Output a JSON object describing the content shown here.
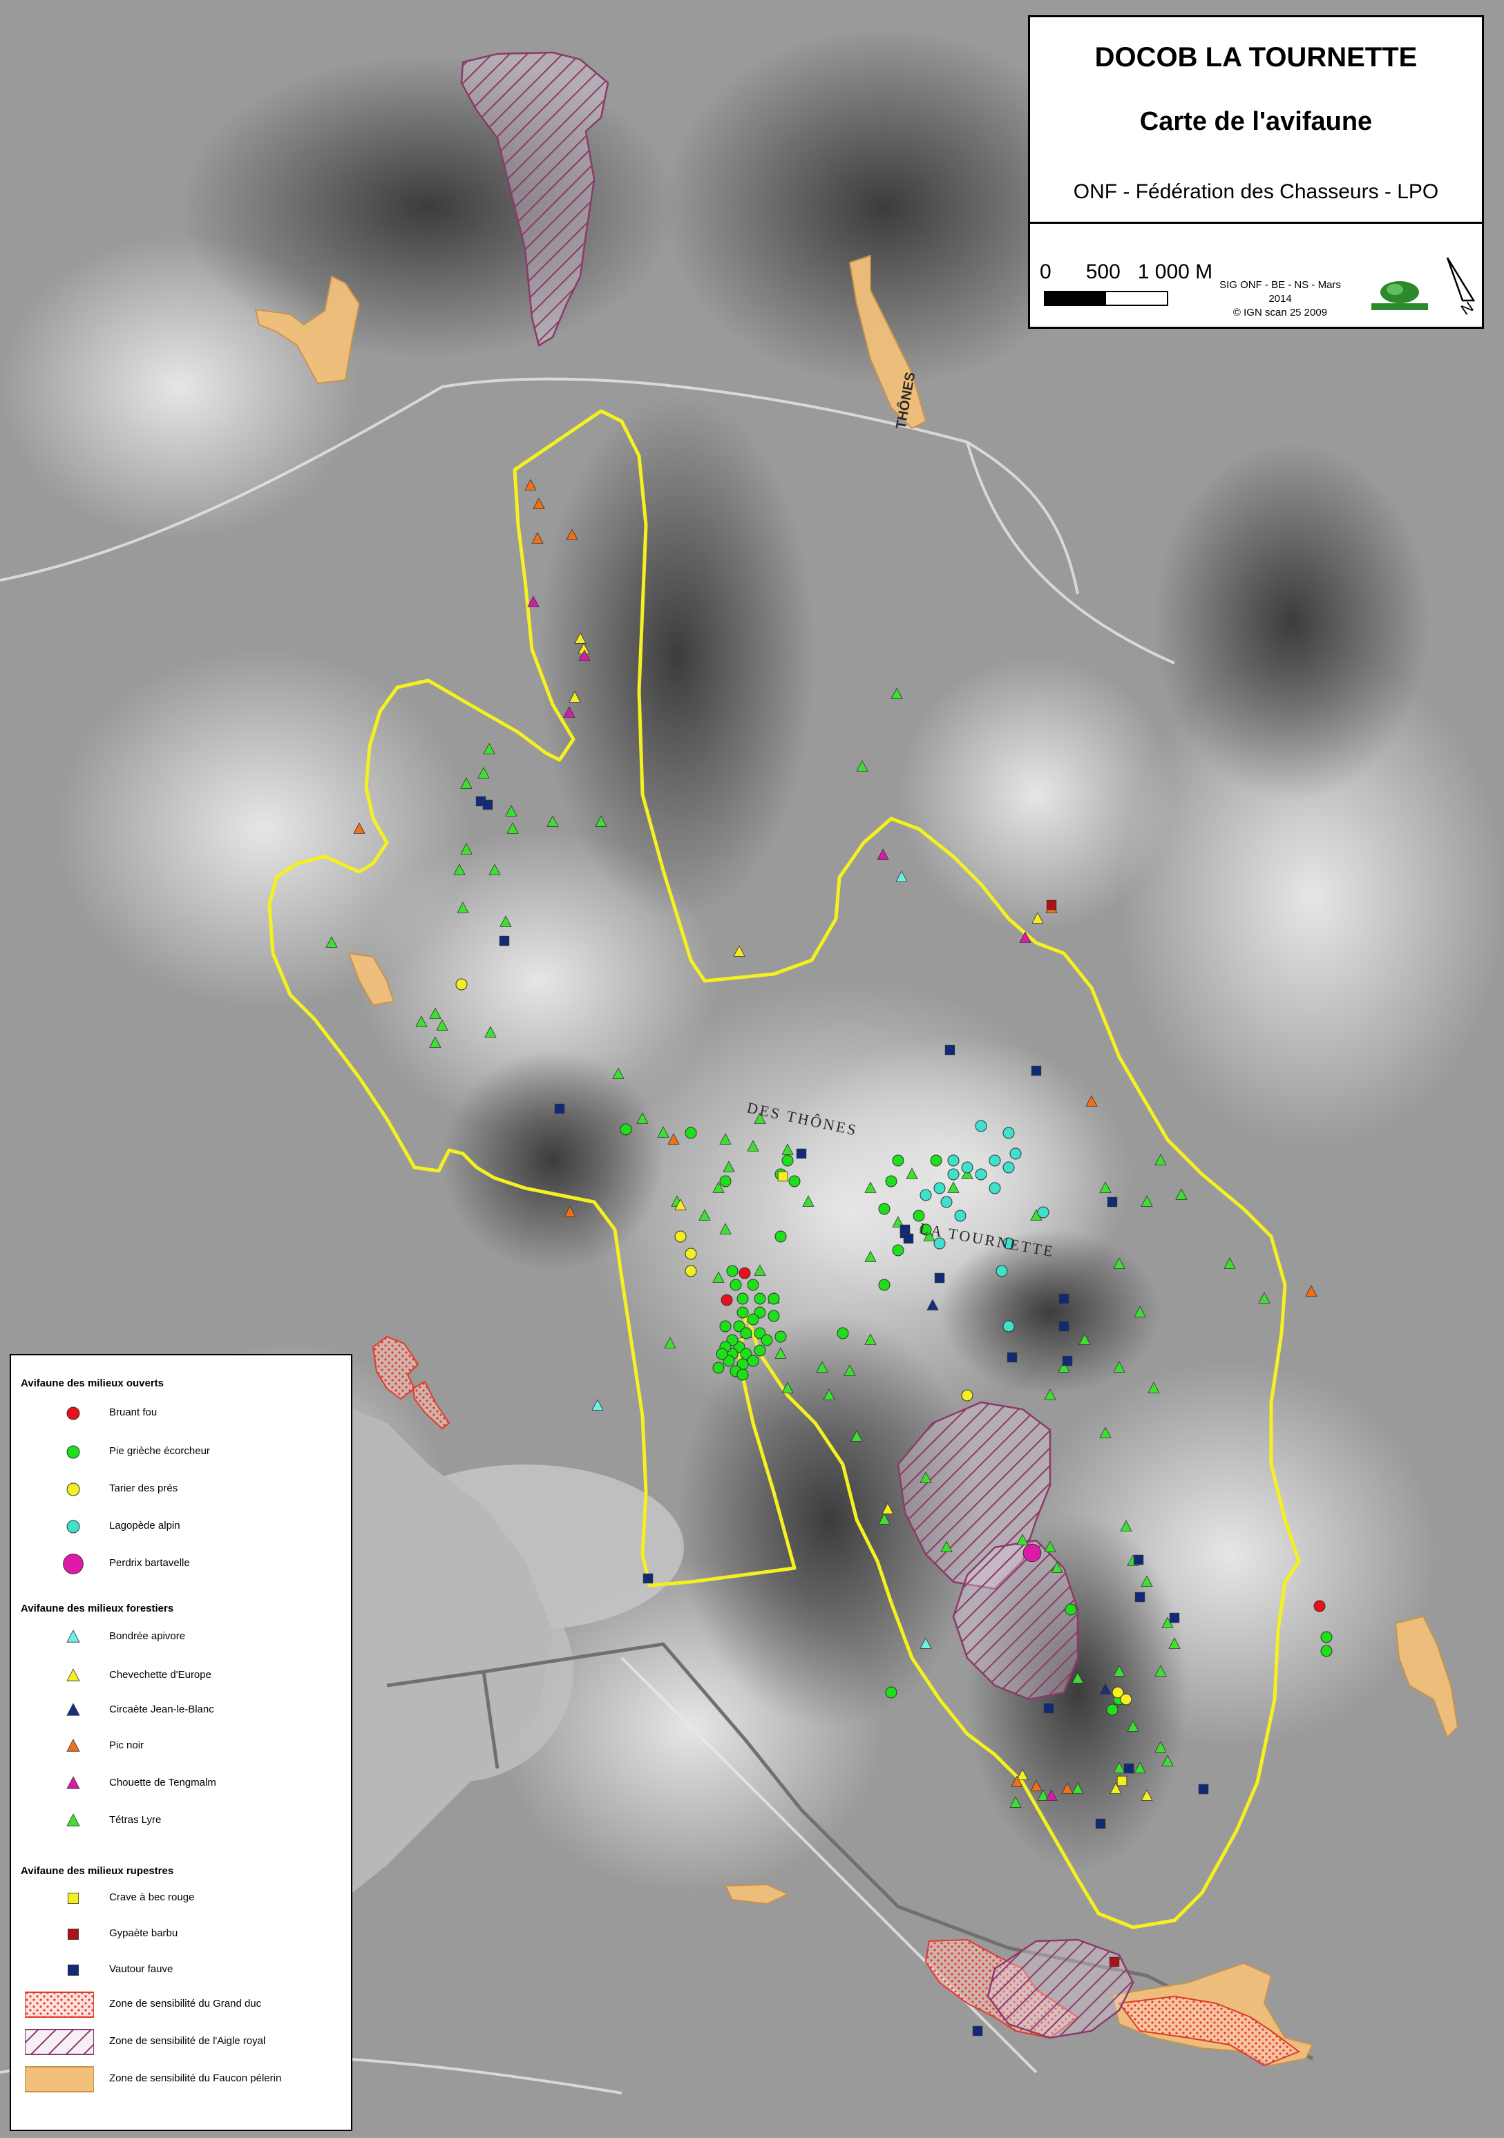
{
  "title_block": {
    "title": "DOCOB LA TOURNETTE",
    "subtitle": "Carte de l'avifaune",
    "authors": "ONF - Fédération des Chasseurs - LPO",
    "scale_label": "0      500   1 000 M",
    "source_line1": "SIG ONF - BE - NS - Mars 2014",
    "source_line2": "© IGN scan 25 2009",
    "north_label": "N"
  },
  "map_labels": {
    "massif": "LA TOURNETTE",
    "valley": "DES THÔNES",
    "town": "THÔNES"
  },
  "colors": {
    "perimeter": "#f5f020",
    "aigle_hatch": "#8a3a6a",
    "faucon_fill": "#f2c07a",
    "grand_duc": "#e03a2a"
  },
  "legend": {
    "section_open": "Avifaune des milieux ouverts",
    "section_forest": "Avifaune des milieux forestiers",
    "section_rock": "Avifaune des milieux rupestres",
    "items": [
      {
        "label": "Bruant fou",
        "shape": "circle",
        "color": "#e8101a"
      },
      {
        "label": "Pie grièche écorcheur",
        "shape": "circle",
        "color": "#1ddf1a"
      },
      {
        "label": "Tarier des prés",
        "shape": "circle",
        "color": "#f5ee20"
      },
      {
        "label": "Lagopède alpin",
        "shape": "circle",
        "color": "#3fe0cc"
      },
      {
        "label": "Perdrix bartavelle",
        "shape": "circle-large",
        "color": "#e01aa8"
      },
      {
        "label": "Bondrée apivore",
        "shape": "triangle",
        "color": "#6ef0e6"
      },
      {
        "label": "Chevechette d'Europe",
        "shape": "triangle",
        "color": "#f5ee20"
      },
      {
        "label": "Circaète Jean-le-Blanc",
        "shape": "triangle",
        "color": "#14307a"
      },
      {
        "label": "Pic noir",
        "shape": "triangle",
        "color": "#f07018"
      },
      {
        "label": "Chouette de Tengmalm",
        "shape": "triangle",
        "color": "#d81aa6"
      },
      {
        "label": "Tétras Lyre",
        "shape": "triangle",
        "color": "#3ee030"
      },
      {
        "label": "Crave à bec rouge",
        "shape": "square",
        "color": "#f5ee20"
      },
      {
        "label": "Gypaète barbu",
        "shape": "square",
        "color": "#b0101a"
      },
      {
        "label": "Vautour fauve",
        "shape": "square",
        "color": "#102a78"
      },
      {
        "label": "Zone de sensibilité du Grand duc",
        "shape": "dots",
        "color": "#e03a2a"
      },
      {
        "label": "Zone de sensibilité de l'Aigle royal",
        "shape": "hatch",
        "color": "#8a3a6a"
      },
      {
        "label": "Zone de sensibilité du Faucon pélerin",
        "shape": "fill",
        "color": "#f2c07a"
      }
    ]
  }
}
